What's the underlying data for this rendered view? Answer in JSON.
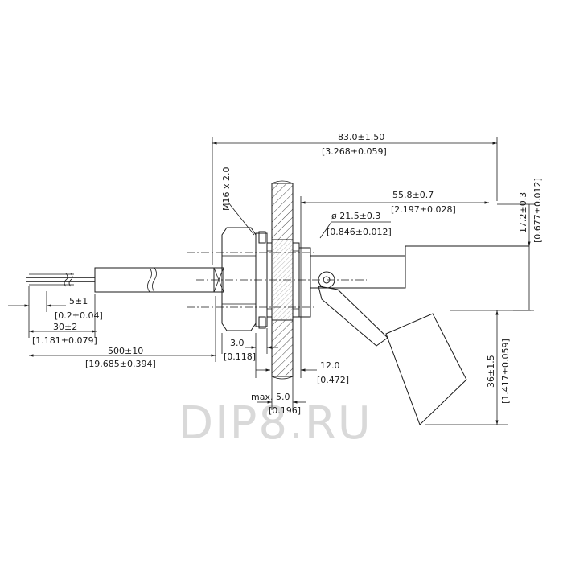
{
  "dimensions": {
    "overall_length": {
      "metric": "83.0±1.50",
      "imperial": "[3.268±0.059]"
    },
    "thread": {
      "label": "M16 x 2.0"
    },
    "float_length": {
      "metric": "55.8±0.7",
      "imperial": "[2.197±0.028]"
    },
    "mount_diameter": {
      "metric": "ø 21.5±0.3",
      "imperial": "[0.846±0.012]"
    },
    "float_height": {
      "metric": "17.2±0.3",
      "imperial": "[0.677±0.012]"
    },
    "drop": {
      "metric": "36±1.5",
      "imperial": "[1.417±0.059]"
    },
    "wire_strip": {
      "metric": "5±1",
      "imperial": "[0.2±0.04]"
    },
    "wire_lead": {
      "metric": "30±2",
      "imperial": "[1.181±0.079]"
    },
    "cable_length": {
      "metric": "500±10",
      "imperial": "[19.685±0.394]"
    },
    "nut_width": {
      "metric": "3.0",
      "imperial": "[0.118]"
    },
    "boss_depth": {
      "metric": "12.0",
      "imperial": "[0.472]"
    },
    "wall_max": {
      "metric": "max. 5.0",
      "imperial": "[0.196]"
    }
  },
  "watermark": {
    "text": "DIP8.RU"
  }
}
